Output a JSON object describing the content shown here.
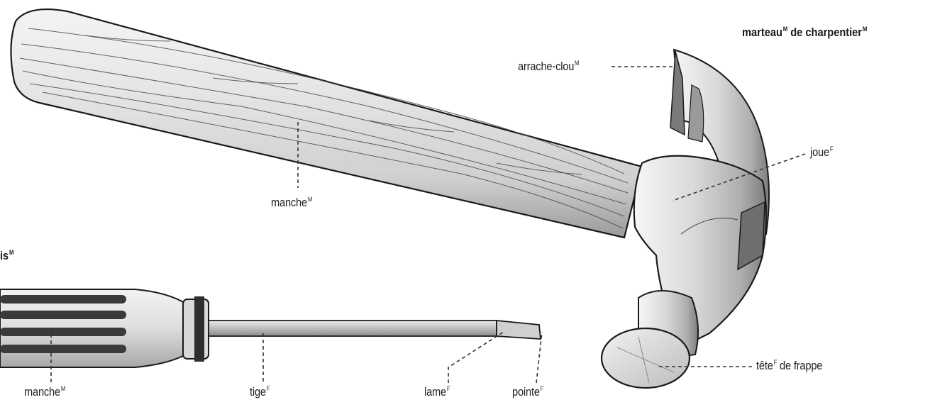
{
  "hammer": {
    "title": "marteau",
    "title_gender": "M",
    "title_suffix": " de charpentier",
    "title_suffix_gender": "M",
    "labels": {
      "claw": {
        "text": "arrache-clou",
        "gender": "M"
      },
      "cheek": {
        "text": "joue",
        "gender": "F"
      },
      "handle": {
        "text": "manche",
        "gender": "M"
      },
      "face": {
        "text": "tête",
        "gender": "F",
        "suffix": " de frappe"
      }
    }
  },
  "screwdriver": {
    "title_fragment": "is",
    "title_gender": "M",
    "labels": {
      "handle": {
        "text": "manche",
        "gender": "M"
      },
      "shank": {
        "text": "tige",
        "gender": "F"
      },
      "blade": {
        "text": "lame",
        "gender": "F"
      },
      "tip": {
        "text": "pointe",
        "gender": "F"
      }
    }
  }
}
